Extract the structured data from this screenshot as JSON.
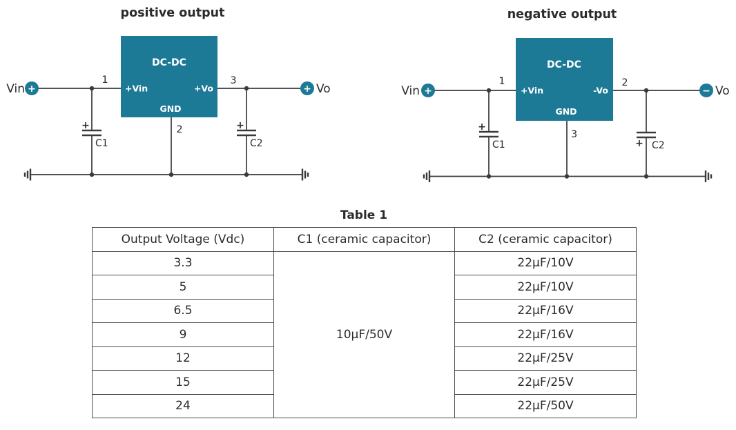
{
  "diagrams": {
    "positive": {
      "title": "positive output",
      "input_label": "Vin",
      "input_polarity": "+",
      "output_label": "Vo",
      "output_polarity": "+",
      "block_label": "DC-DC",
      "pin_in_number": "1",
      "pin_in_label": "+Vin",
      "pin_out_number": "3",
      "pin_out_label": "+Vo",
      "pin_gnd_number": "2",
      "pin_gnd_label": "GND",
      "cap_in_label": "C1",
      "cap_in_polarity": "+",
      "cap_out_label": "C2",
      "cap_out_polarity": "+"
    },
    "negative": {
      "title": "negative output",
      "input_label": "Vin",
      "input_polarity": "+",
      "output_label": "Vo",
      "output_polarity": "−",
      "block_label": "DC-DC",
      "pin_in_number": "1",
      "pin_in_label": "+Vin",
      "pin_out_number": "2",
      "pin_out_label": "-Vo",
      "pin_gnd_number": "3",
      "pin_gnd_label": "GND",
      "cap_in_label": "C1",
      "cap_in_polarity": "+",
      "cap_out_label": "C2",
      "cap_out_polarity": "+"
    }
  },
  "table": {
    "title": "Table 1",
    "headers": [
      "Output Voltage (Vdc)",
      "C1 (ceramic capacitor)",
      "C2 (ceramic capacitor)"
    ],
    "c1_merged_value": "10µF/50V",
    "rows": [
      {
        "voltage": "3.3",
        "c2": "22µF/10V"
      },
      {
        "voltage": "5",
        "c2": "22µF/10V"
      },
      {
        "voltage": "6.5",
        "c2": "22µF/16V"
      },
      {
        "voltage": "9",
        "c2": "22µF/16V"
      },
      {
        "voltage": "12",
        "c2": "22µF/25V"
      },
      {
        "voltage": "15",
        "c2": "22µF/25V"
      },
      {
        "voltage": "24",
        "c2": "22µF/50V"
      }
    ]
  },
  "colors": {
    "accent_teal": "#1d7a96",
    "wire": "#3a3a3a",
    "text": "#2b2b2b",
    "table_border": "#4a4a4a"
  }
}
